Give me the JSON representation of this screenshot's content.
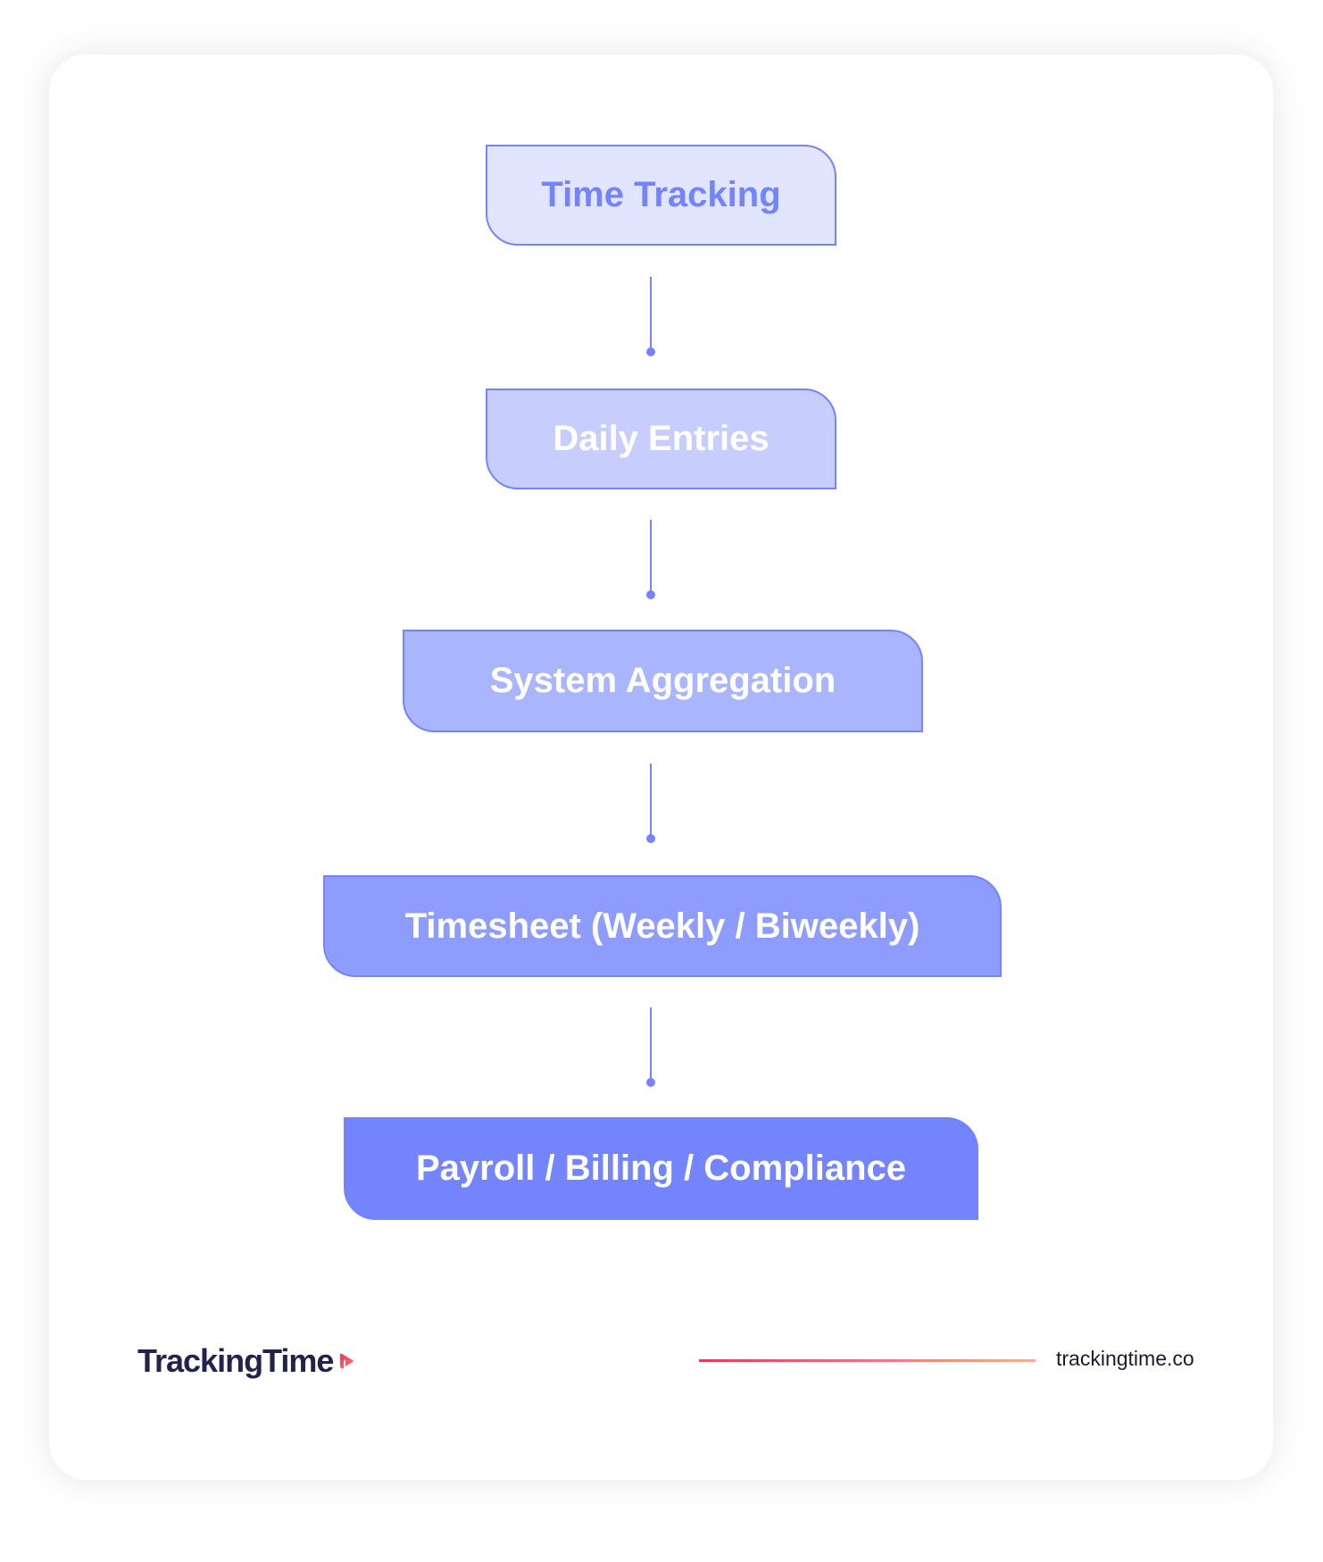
{
  "diagram": {
    "type": "flowchart",
    "direction": "top-to-bottom",
    "nodes": [
      {
        "label": "Time Tracking",
        "fill": "#e1e5fd",
        "text_color": "#7384fd"
      },
      {
        "label": "Daily Entries",
        "fill": "#c7cefd",
        "text_color": "#ffffff"
      },
      {
        "label": "System Aggregation",
        "fill": "#a9b5fd",
        "text_color": "#ffffff"
      },
      {
        "label": "Timesheet (Weekly / Biweekly)",
        "fill": "#8e9dfd",
        "text_color": "#ffffff"
      },
      {
        "label": "Payroll / Billing / Compliance",
        "fill": "#7384fd",
        "text_color": "#ffffff"
      }
    ],
    "edges": [
      {
        "from": "Time Tracking",
        "to": "Daily Entries"
      },
      {
        "from": "Daily Entries",
        "to": "System Aggregation"
      },
      {
        "from": "System Aggregation",
        "to": "Timesheet (Weekly / Biweekly)"
      },
      {
        "from": "Timesheet (Weekly / Biweekly)",
        "to": "Payroll / Billing / Compliance"
      }
    ],
    "accent_color": "#7384fd"
  },
  "footer": {
    "brand": "TrackingTime",
    "url": "trackingtime.co",
    "brand_color": "#22234a",
    "line_gradient": [
      "#f0355a",
      "#fbaa98"
    ]
  }
}
